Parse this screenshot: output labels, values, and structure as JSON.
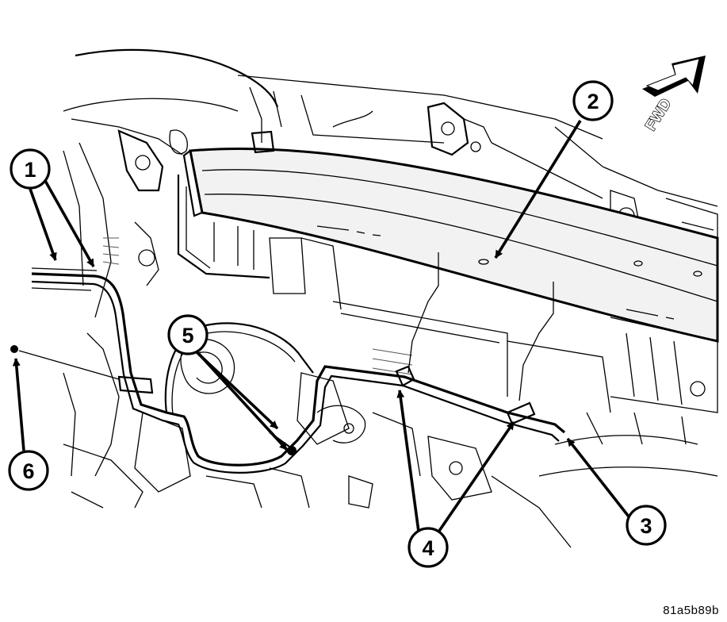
{
  "direction_label": "FWD",
  "figure_code": "81a5b89b",
  "callouts": [
    {
      "label": "1"
    },
    {
      "label": "2"
    },
    {
      "label": "3"
    },
    {
      "label": "4"
    },
    {
      "label": "5"
    },
    {
      "label": "6"
    }
  ],
  "colors": {
    "line": "#000000",
    "background": "#ffffff",
    "fill_light": "#f2f2f2"
  }
}
